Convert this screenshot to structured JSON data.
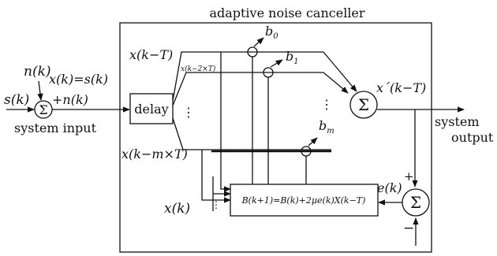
{
  "diagram": {
    "title": "adaptive noise canceller",
    "inputs": {
      "noise": "n(k)",
      "signal": "s(k)",
      "sum_expression": "x(k)=s(k)",
      "sum_plus": "+n(k)",
      "system_input": "system input"
    },
    "delay_label": "delay",
    "taps": {
      "tap1": "x(k−T)",
      "tap2": "x(k−2×T)",
      "tapm": "x(k−m×T)",
      "xk": "x(k)",
      "dots_vertical": "⋮"
    },
    "weights": {
      "b0": "b",
      "b0_sub": "0",
      "b1": "b",
      "b1_sub": "1",
      "bm": "b",
      "bm_sub": "m"
    },
    "sigma": "Σ",
    "output_estimate": "x´(k−T)",
    "system_output_line1": "system",
    "system_output_line2": "output",
    "error_label": "e(k)",
    "plus_sign": "+",
    "minus_sign": "−",
    "update_rule": "B(k+1)=B(k)+2μe(k)X(k−T)"
  }
}
